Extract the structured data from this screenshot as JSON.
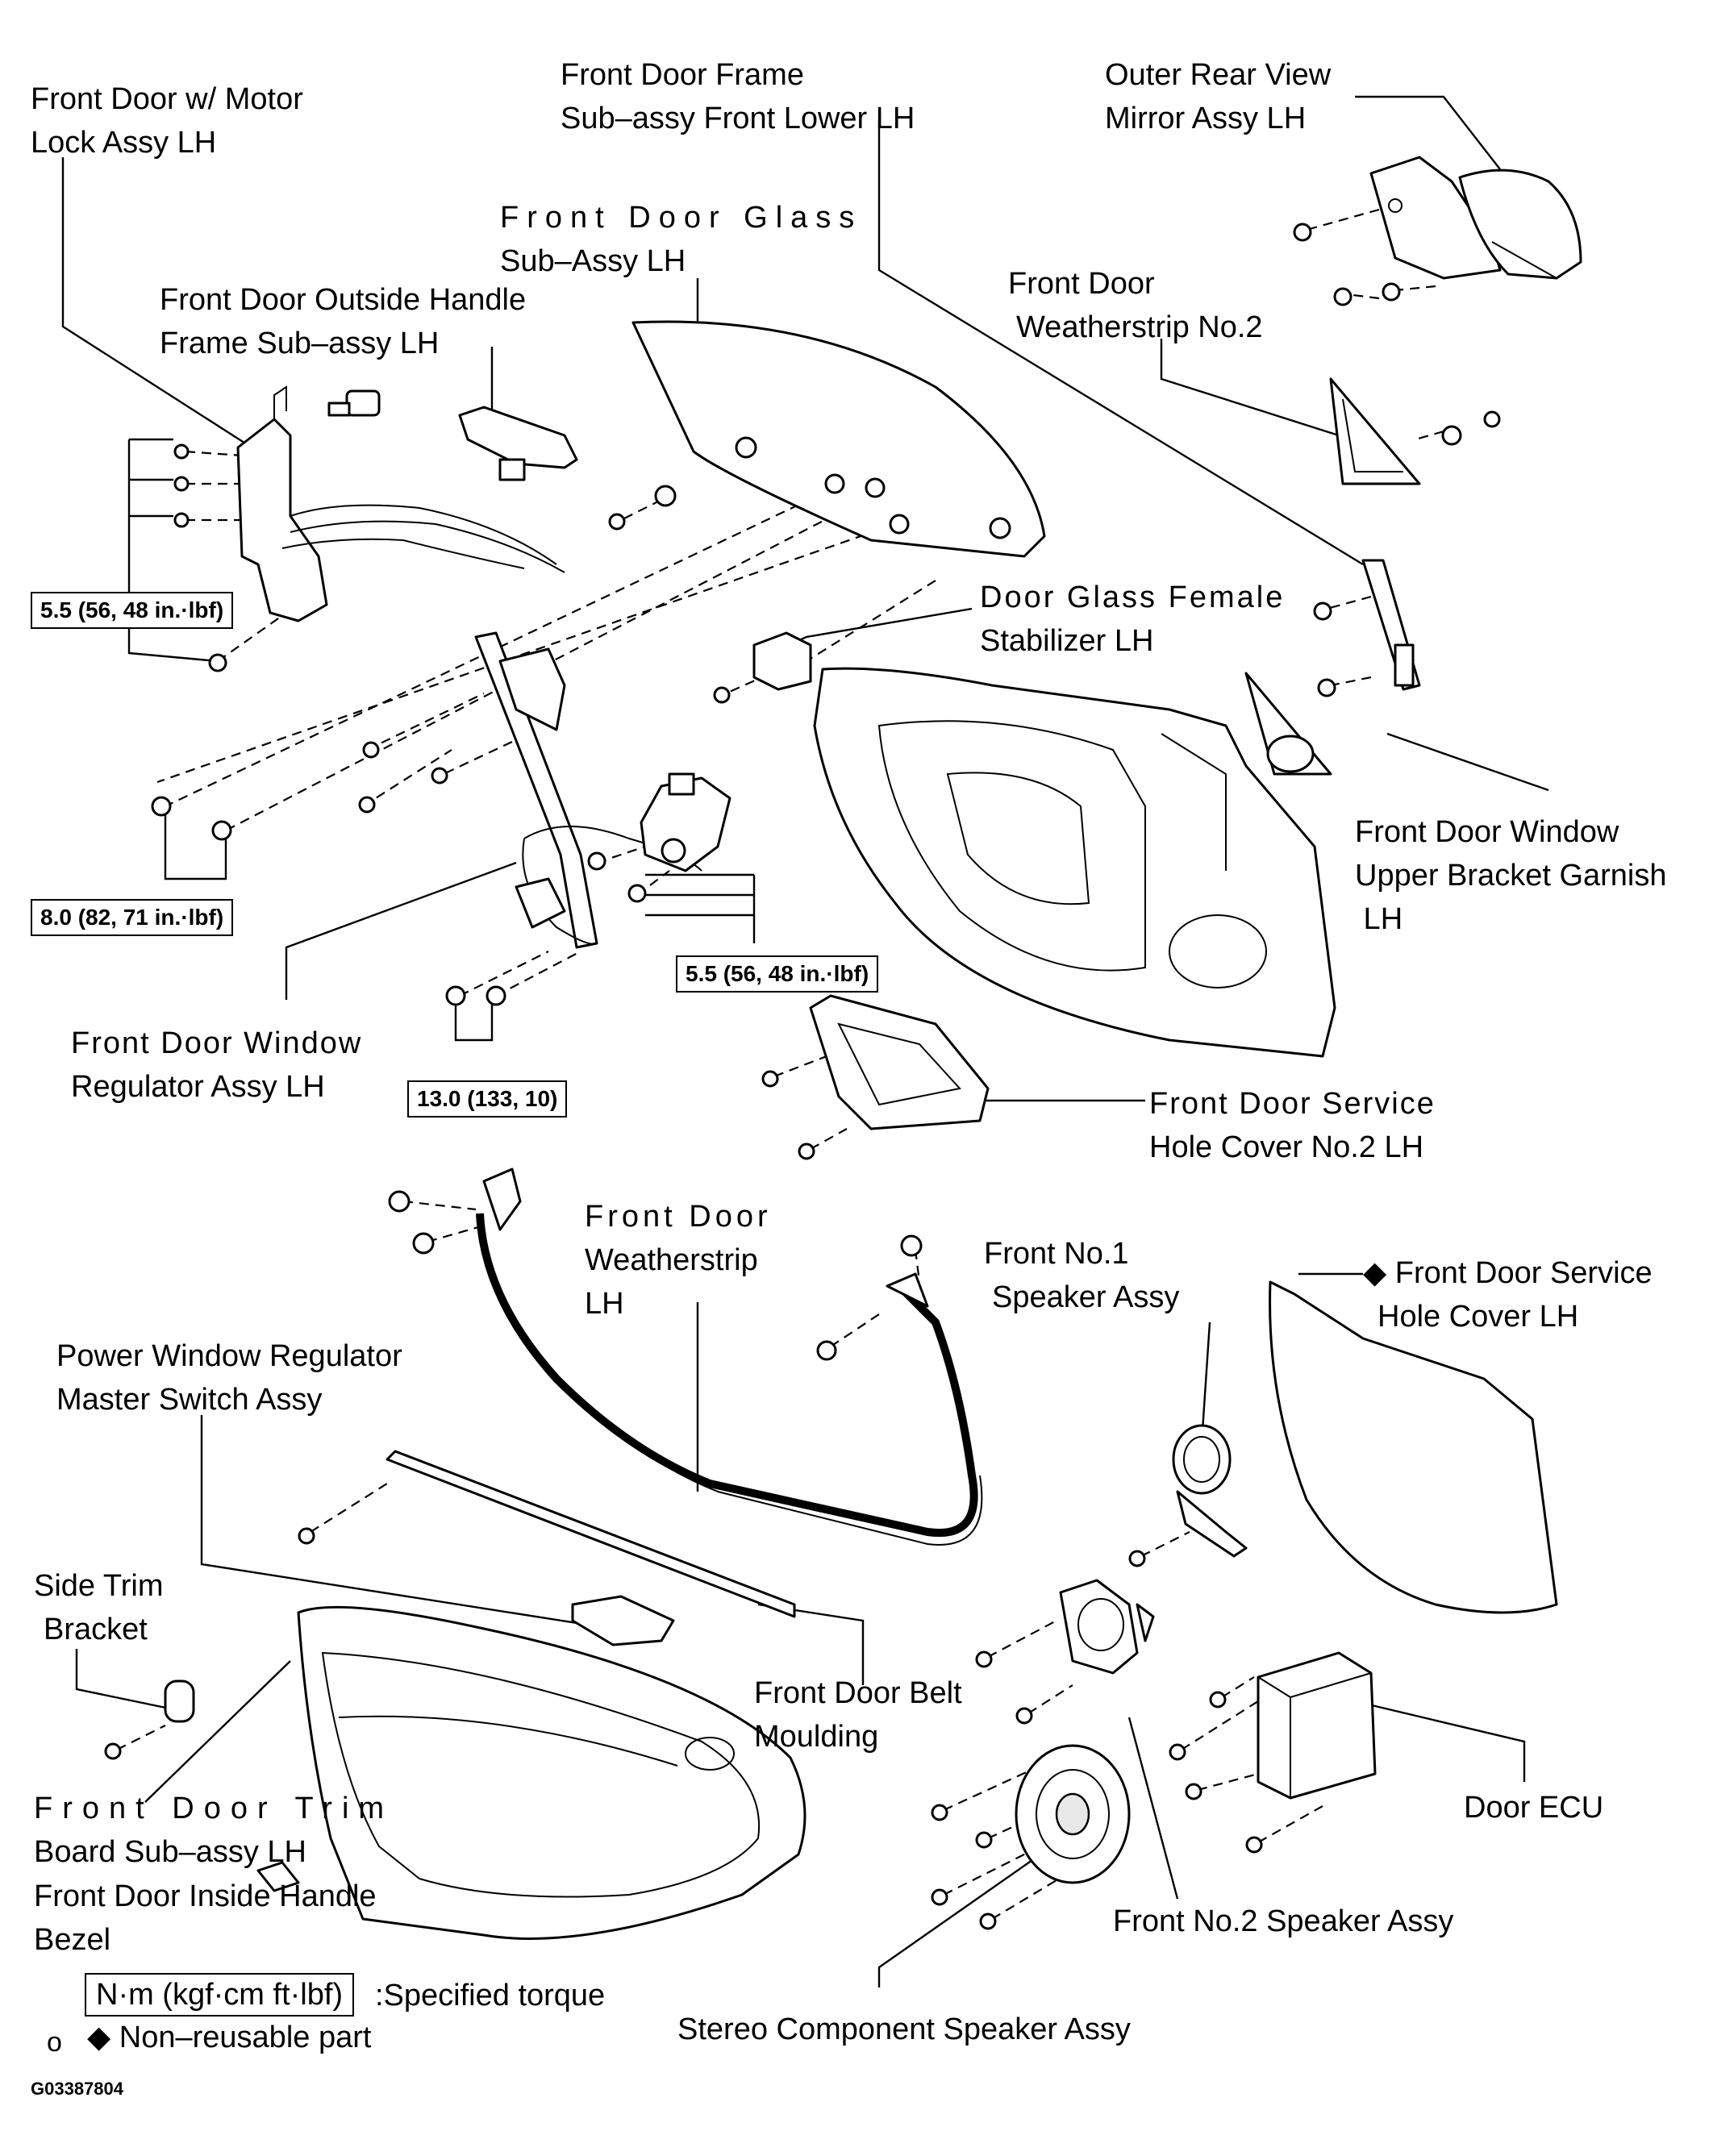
{
  "labels": {
    "motor_lock": [
      "Front Door w/ Motor",
      "Lock Assy LH"
    ],
    "frame_lower": [
      "Front Door Frame",
      "Sub–assy Front Lower LH"
    ],
    "mirror": [
      "Outer Rear View",
      "Mirror Assy LH"
    ],
    "glass": [
      "Front Door Glass",
      "Sub–Assy LH"
    ],
    "outside_handle": [
      "Front Door Outside Handle",
      "Frame Sub–assy LH"
    ],
    "weatherstrip2": [
      "Front Door",
      "Weatherstrip No.2"
    ],
    "stabilizer": [
      "Door Glass Female",
      "Stabilizer LH"
    ],
    "upper_bracket": [
      "Front Door Window",
      "Upper Bracket Garnish",
      " LH"
    ],
    "regulator": [
      "Front Door Window",
      "Regulator Assy LH"
    ],
    "service_cover2": [
      "Front Door Service",
      "Hole Cover No.2 LH"
    ],
    "weatherstrip": [
      "Front Door",
      "Weatherstrip",
      "LH"
    ],
    "speaker1": [
      "Front No.1",
      "Speaker Assy"
    ],
    "service_cover": [
      "◆ Front Door Service",
      "Hole Cover LH"
    ],
    "master_switch": [
      "Power Window Regulator",
      "Master Switch Assy"
    ],
    "side_trim": [
      "Side Trim",
      "Bracket"
    ],
    "belt_moulding": [
      "Front Door Belt",
      "Moulding"
    ],
    "door_ecu": [
      "Door ECU"
    ],
    "trim_board": [
      "Front Door Trim",
      "Board Sub–assy LH"
    ],
    "inside_handle": [
      "Front Door Inside Handle",
      "Bezel"
    ],
    "speaker2": [
      "Front No.2 Speaker Assy"
    ],
    "stereo": [
      "Stereo Component Speaker Assy"
    ]
  },
  "torques": {
    "t1": "5.5 (56, 48 in.·lbf)",
    "t2": "8.0 (82, 71 in.·lbf)",
    "t3": "5.5 (56, 48 in.·lbf)",
    "t4": "13.0 (133, 10)"
  },
  "legend": {
    "torque_box": "N·m (kgf·cm ft·lbf)",
    "torque_text": ":Specified torque",
    "nonreusable": "◆ Non–reusable part",
    "bullet": "o"
  },
  "figure_code": "G03387804"
}
